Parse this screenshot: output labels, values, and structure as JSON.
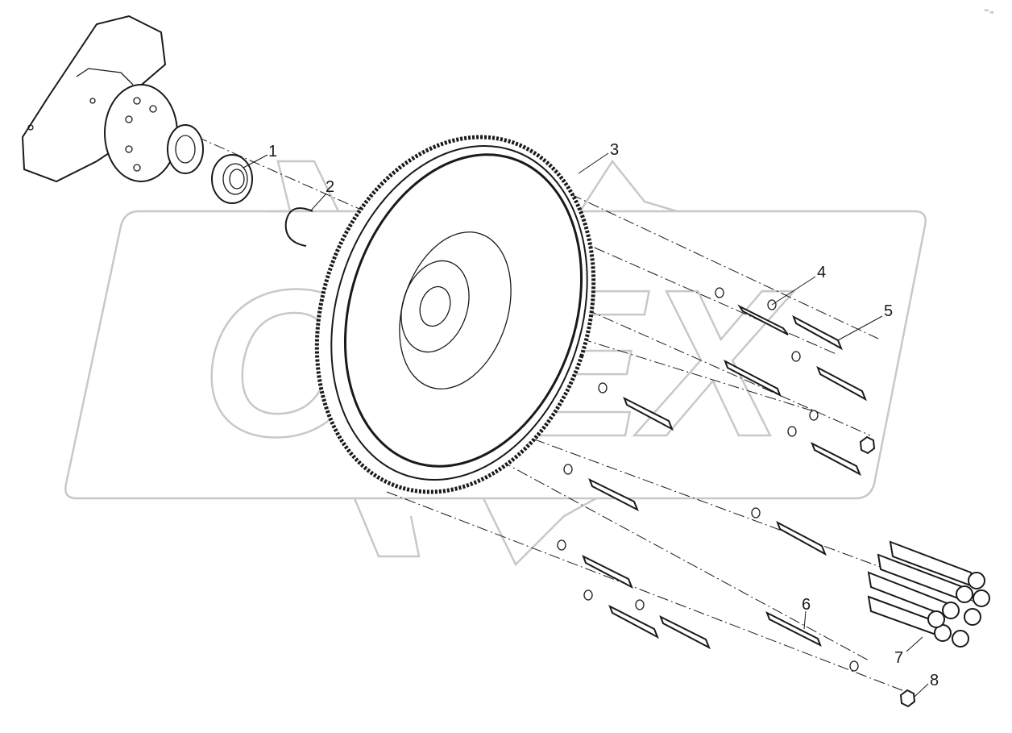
{
  "callouts": [
    {
      "id": "1",
      "label": "1"
    },
    {
      "id": "2",
      "label": "2"
    },
    {
      "id": "3",
      "label": "3"
    },
    {
      "id": "4",
      "label": "4"
    },
    {
      "id": "5",
      "label": "5"
    },
    {
      "id": "6",
      "label": "6"
    },
    {
      "id": "7",
      "label": "7"
    },
    {
      "id": "8",
      "label": "8"
    }
  ],
  "watermark": {
    "text": "OPEX"
  },
  "corner_mark": {
    "text": "⁰⁰ ₒₒ"
  }
}
